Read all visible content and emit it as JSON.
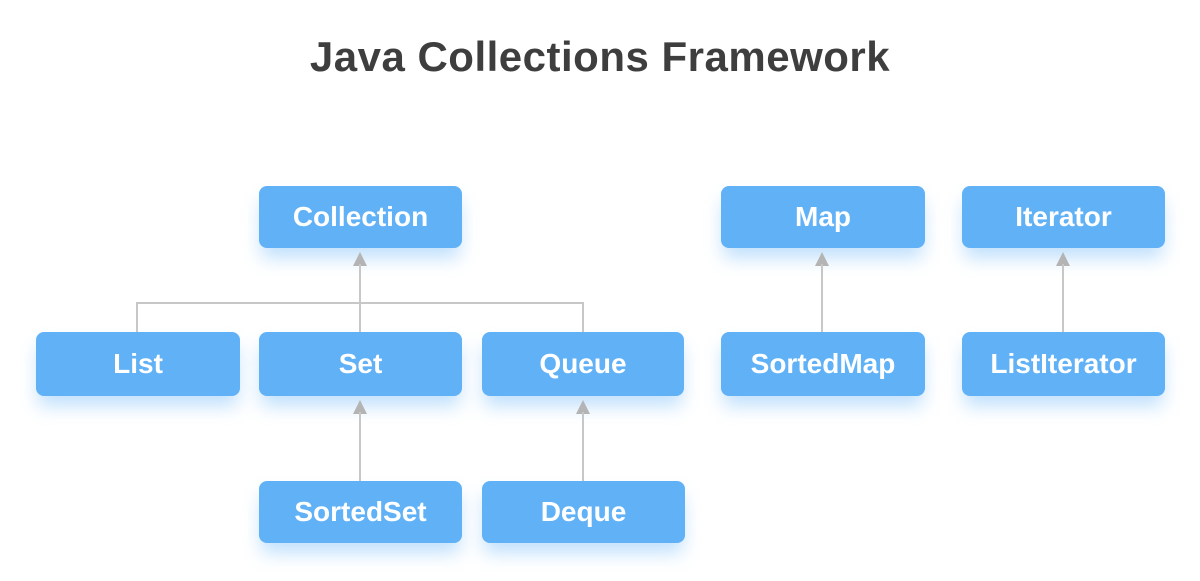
{
  "title": "Java Collections Framework",
  "colors": {
    "node_fill": "#61b1f7",
    "node_text": "#ffffff",
    "connector_line": "#c7c7c7",
    "arrowhead": "#b4b4b4",
    "title_text": "#3e3e3e",
    "background": "#ffffff"
  },
  "nodes": {
    "collection": {
      "label": "Collection"
    },
    "map": {
      "label": "Map"
    },
    "iterator": {
      "label": "Iterator"
    },
    "list": {
      "label": "List"
    },
    "set": {
      "label": "Set"
    },
    "queue": {
      "label": "Queue"
    },
    "sortedmap": {
      "label": "SortedMap"
    },
    "listiterator": {
      "label": "ListIterator"
    },
    "sortedset": {
      "label": "SortedSet"
    },
    "deque": {
      "label": "Deque"
    }
  },
  "edges": [
    {
      "from": "List",
      "to": "Collection"
    },
    {
      "from": "Set",
      "to": "Collection"
    },
    {
      "from": "Queue",
      "to": "Collection"
    },
    {
      "from": "SortedSet",
      "to": "Set"
    },
    {
      "from": "Deque",
      "to": "Queue"
    },
    {
      "from": "SortedMap",
      "to": "Map"
    },
    {
      "from": "ListIterator",
      "to": "Iterator"
    }
  ]
}
